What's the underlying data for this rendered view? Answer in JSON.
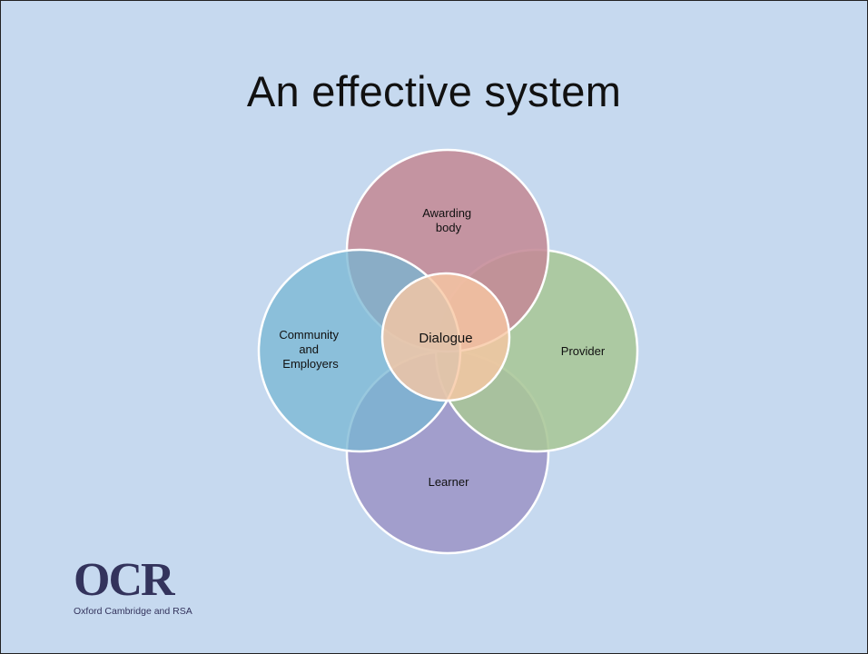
{
  "slide": {
    "title": "An effective system"
  },
  "diagram": {
    "center": {
      "label": "Dialogue",
      "color": "#f8c7a2"
    },
    "nodes": [
      {
        "id": "awarding-body",
        "lines": [
          "Awarding",
          "body"
        ],
        "color": "#c48a96"
      },
      {
        "id": "provider",
        "lines": [
          "Provider"
        ],
        "color": "#a9c697"
      },
      {
        "id": "learner",
        "lines": [
          "Learner"
        ],
        "color": "#9e99c9"
      },
      {
        "id": "community",
        "lines": [
          "Community",
          "and",
          "Employers"
        ],
        "color": "#77b5d3"
      }
    ]
  },
  "logo": {
    "mark": "OCR",
    "subtitle": "Oxford Cambridge and RSA"
  },
  "colors": {
    "background": "#c6d9ef",
    "circle_stroke": "#ffffff",
    "text": "#111111"
  }
}
